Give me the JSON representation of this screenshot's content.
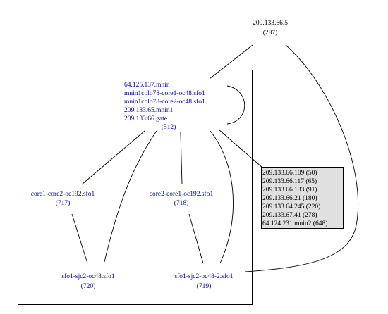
{
  "colors": {
    "link_text": "#0000cc",
    "plain_text": "#000000",
    "box_fill": "#e0e0e0",
    "edge": "#000000"
  },
  "nodes": {
    "top": {
      "lines": [
        "209.133.66.5",
        "(287)"
      ]
    },
    "center": {
      "lines": [
        "64.125.137.mnin",
        "mnin1colo78-core1-oc48.sfo1",
        "mnin1colo78-core2-oc48.sfo1",
        "209.133.65.mnin1",
        "209.133.66.gate",
        "(512)"
      ]
    },
    "left_mid": {
      "lines": [
        "core1-core2-oc192.sfo1",
        "(717)"
      ]
    },
    "right_mid": {
      "lines": [
        "core2-core1-oc192.sfo1",
        "(718)"
      ]
    },
    "left_bottom": {
      "lines": [
        "sfo1-sjc2-oc48.sfo1",
        "(720)"
      ]
    },
    "right_bottom": {
      "lines": [
        "sfo1-sjc2-oc48-2.sfo1",
        "(719)"
      ]
    }
  },
  "side_box": {
    "lines": [
      "209.133.66.109 (50)",
      "209.133.66.117 (65)",
      "209.133.66.133 (91)",
      "209.133.66.21 (180)",
      "209.133.64.245 (220)",
      "209.133.67.41 (278)",
      "64.124.231.mnin2 (648)"
    ]
  }
}
